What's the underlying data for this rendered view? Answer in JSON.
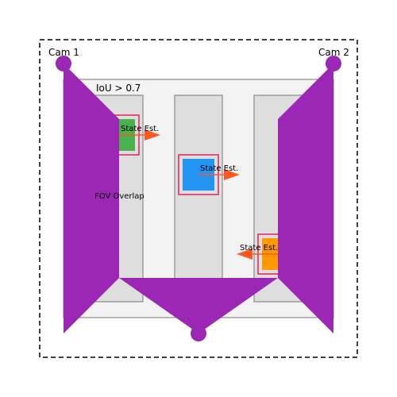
{
  "colors": {
    "arena_fill": "#f3f3f3",
    "lane_fill": "#dedede",
    "lane_stroke": "#8a8a8a",
    "fov_purple": "#9b27b4",
    "match_box": "#e0245a",
    "arrow": "#ff5722",
    "robot_green": "#4cb04f",
    "robot_blue": "#2394f2",
    "robot_orange": "#ff9900"
  },
  "labels": {
    "cam1": "Cam 1",
    "cam2": "Cam 2",
    "iou": "IoU > 0.7",
    "fov_overlap": "FOV Overlap"
  },
  "objects": [
    {
      "id": "green",
      "color_key": "robot_green",
      "arrow_direction": "right",
      "label": "State Est."
    },
    {
      "id": "blue",
      "color_key": "robot_blue",
      "arrow_direction": "right",
      "label": "State Est."
    },
    {
      "id": "orange",
      "color_key": "robot_orange",
      "arrow_direction": "left",
      "label": "State Est."
    }
  ]
}
